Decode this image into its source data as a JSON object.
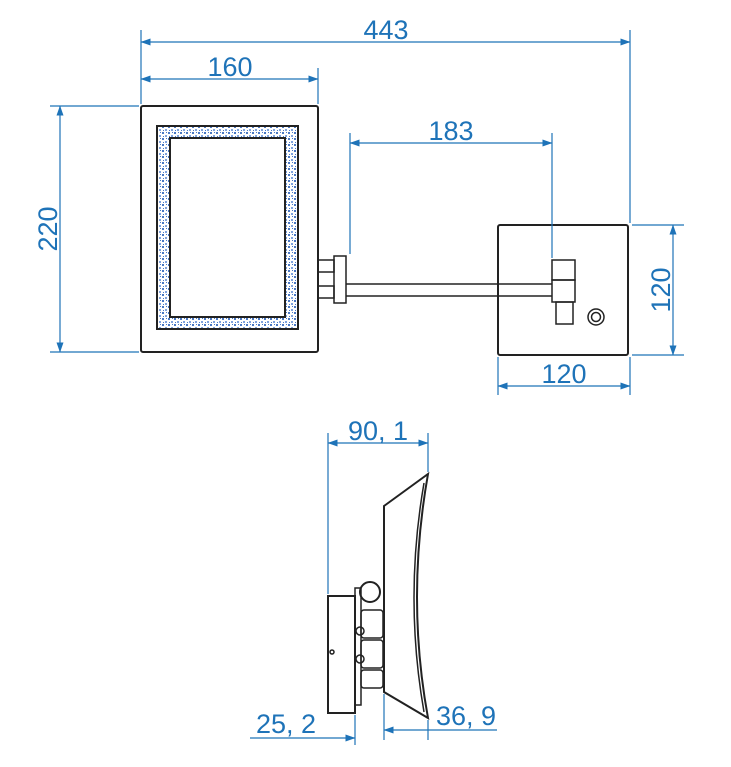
{
  "dimensions": {
    "overall_width": "443",
    "mirror_width": "160",
    "arm_length": "183",
    "mirror_height": "220",
    "base_height": "120",
    "base_width": "120",
    "side_depth": "90, 1",
    "base_thickness": "25, 2",
    "mirror_thickness": "36, 9"
  },
  "colors": {
    "dimension_line": "#1e73b8",
    "outline": "#222222",
    "led_strip": "#4a79c4"
  }
}
